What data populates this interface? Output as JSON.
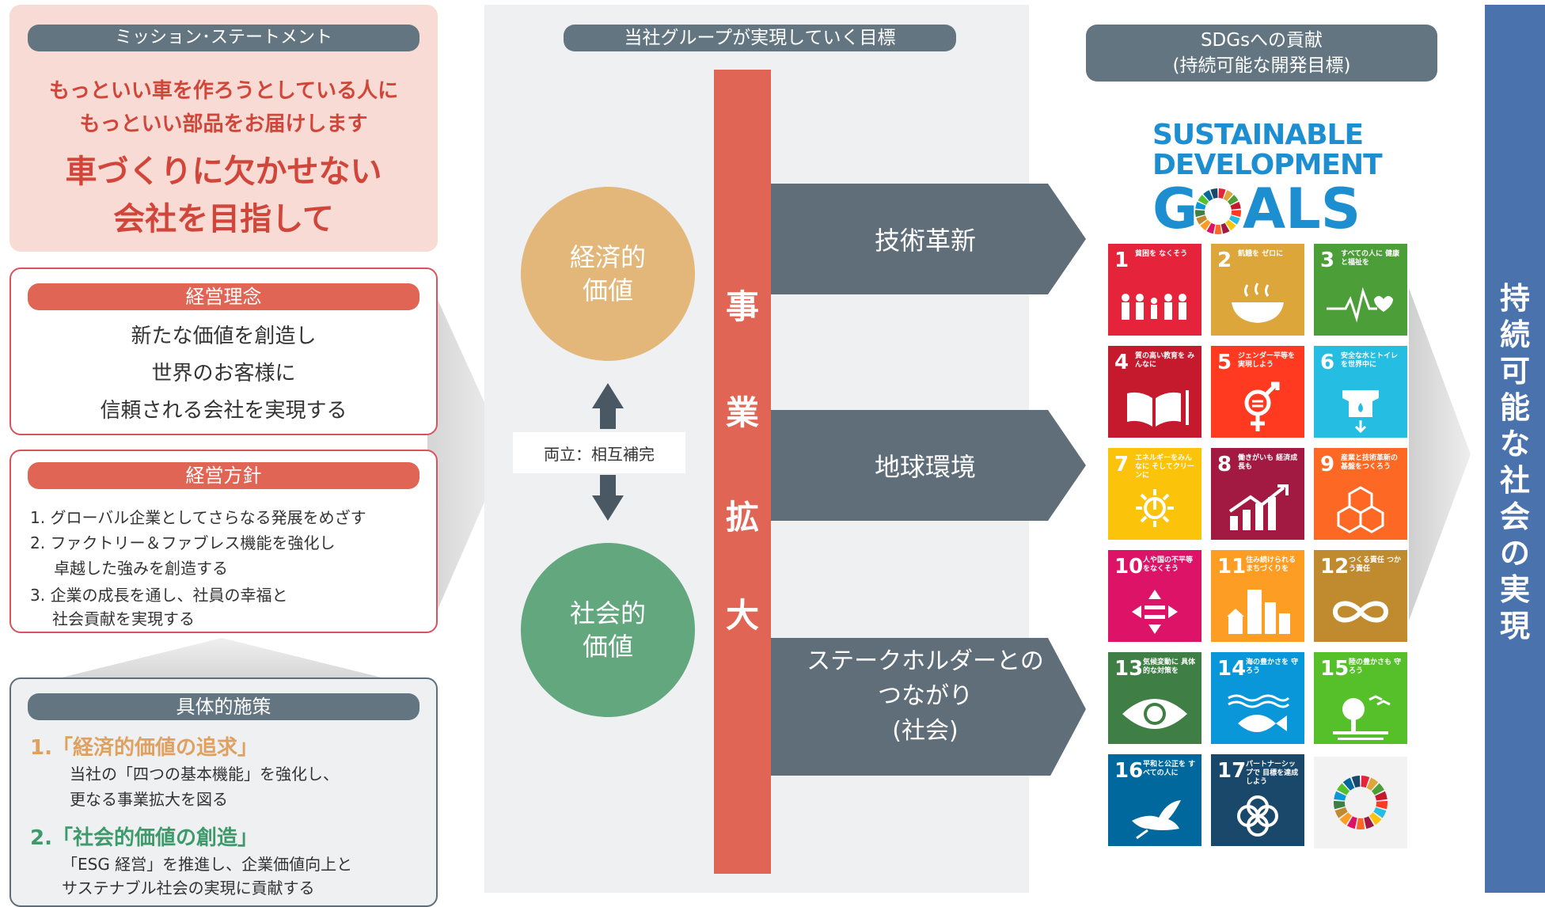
{
  "mission": {
    "header": "ミッション･ステートメント",
    "line1": "もっといい車を作ろうとしている人に",
    "line2": "もっといい部品をお届けします",
    "big1": "車づくりに欠かせない",
    "big2": "会社を目指して"
  },
  "philosophy": {
    "header": "経営理念",
    "lines": [
      "新たな価値を創造し",
      "世界のお客様に",
      "信頼される会社を実現する"
    ]
  },
  "policy": {
    "header": "経営方針",
    "lines": [
      "1. グローバル企業としてさらなる発展をめざす",
      "2. ファクトリー＆ファブレス機能を強化し",
      "卓越した強みを創造する",
      "3. 企業の成長を通し、社員の幸福と",
      "社会貢献を実現する"
    ]
  },
  "measures": {
    "header": "具体的施策",
    "item1_title": "1.「経済的価値の追求」",
    "item1_line1": "当社の「四つの基本機能」を強化し、",
    "item1_line2": "更なる事業拡大を図る",
    "item2_title": "2.「社会的価値の創造」",
    "item2_line1": "「ESG 経営」を推進し、企業価値向上と",
    "item2_line2": "サステナブル社会の実現に貢献する"
  },
  "center": {
    "header": "当社グループが実現していく目標",
    "economic": [
      "経済的",
      "価値"
    ],
    "social": [
      "社会的",
      "価値"
    ],
    "balance": "両立：相互補完",
    "bar": [
      "事",
      "業",
      "拡",
      "大"
    ],
    "arrows": {
      "a1": "技術革新",
      "a2": "地球環境",
      "a3_line1": "ステークホルダーとの",
      "a3_line2": "つながり",
      "a3_line3": "(社会)"
    }
  },
  "sdgs": {
    "header_line1": "SDGsへの貢献",
    "header_line2": "(持続可能な開発目標)",
    "logo_line1": "SUSTAINABLE",
    "logo_line2": "DEVELOPMENT",
    "logo_g": "G",
    "logo_als": "ALS",
    "tiles": [
      {
        "num": "1",
        "label": "貧困を なくそう",
        "color": "#e5243b",
        "icon": "people-icon"
      },
      {
        "num": "2",
        "label": "飢餓を ゼロに",
        "color": "#dda63a",
        "icon": "bowl-icon"
      },
      {
        "num": "3",
        "label": "すべての人に 健康と福祉を",
        "color": "#4c9f38",
        "icon": "heartbeat-icon"
      },
      {
        "num": "4",
        "label": "質の高い教育を みんなに",
        "color": "#c5192d",
        "icon": "book-icon"
      },
      {
        "num": "5",
        "label": "ジェンダー平等を 実現しよう",
        "color": "#ff3a21",
        "icon": "gender-icon"
      },
      {
        "num": "6",
        "label": "安全な水とトイレ を世界中に",
        "color": "#26bde2",
        "icon": "water-icon"
      },
      {
        "num": "7",
        "label": "エネルギーをみんなに そしてクリーンに",
        "color": "#fcc30b",
        "icon": "sun-icon"
      },
      {
        "num": "8",
        "label": "働きがいも 経済成長も",
        "color": "#a21942",
        "icon": "growth-icon"
      },
      {
        "num": "9",
        "label": "産業と技術革新の 基盤をつくろう",
        "color": "#fd6925",
        "icon": "cubes-icon"
      },
      {
        "num": "10",
        "label": "人や国の不平等 をなくそう",
        "color": "#dd1367",
        "icon": "equality-icon"
      },
      {
        "num": "11",
        "label": "住み続けられる まちづくりを",
        "color": "#fd9d24",
        "icon": "city-icon"
      },
      {
        "num": "12",
        "label": "つくる責任 つかう責任",
        "color": "#bf8b2e",
        "icon": "infinity-icon"
      },
      {
        "num": "13",
        "label": "気候変動に 具体的な対策を",
        "color": "#3f7e44",
        "icon": "eye-icon"
      },
      {
        "num": "14",
        "label": "海の豊かさを 守ろう",
        "color": "#0a97d9",
        "icon": "fish-icon"
      },
      {
        "num": "15",
        "label": "陸の豊かさも 守ろう",
        "color": "#56c02b",
        "icon": "tree-icon"
      },
      {
        "num": "16",
        "label": "平和と公正を すべての人に",
        "color": "#00689d",
        "icon": "dove-icon"
      },
      {
        "num": "17",
        "label": "パートナーシップで 目標を達成しよう",
        "color": "#19486a",
        "icon": "flower-icon"
      }
    ]
  },
  "right_bar": {
    "text": [
      "持",
      "続",
      "可",
      "能",
      "な",
      "社",
      "会",
      "の",
      "実",
      "現"
    ],
    "color": "#4a73ad"
  },
  "colors": {
    "red": "#e06555",
    "grey": "#637581",
    "orange_circle": "#e3b779",
    "green_circle": "#63a77f",
    "arrow": "#5f6e79"
  }
}
